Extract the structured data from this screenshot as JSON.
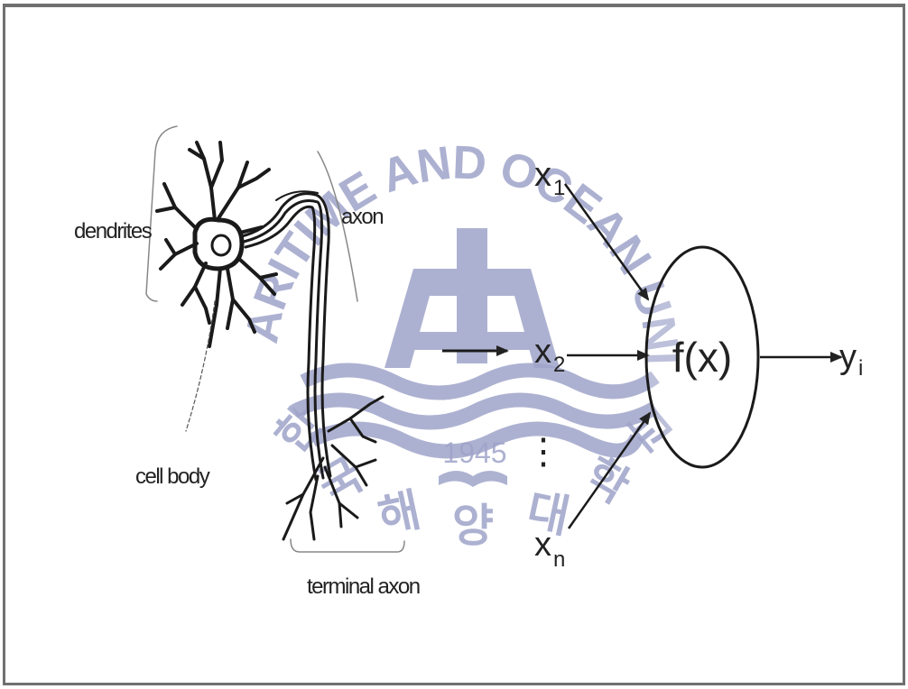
{
  "diagram": {
    "labels": {
      "dendrites": "dendrites",
      "cell_body": "cell body",
      "axon": "axon",
      "terminal_axon": "terminal axon"
    },
    "inputs": [
      {
        "base": "x",
        "sub": "1"
      },
      {
        "base": "x",
        "sub": "2"
      },
      {
        "base": "x",
        "sub": "n"
      }
    ],
    "ellipsis": "⋮",
    "function_label": "f(x)",
    "output": {
      "base": "y",
      "sub": "i"
    }
  },
  "watermark": {
    "university": "KOREA MARITIME AND OCEAN UNIVERSITY",
    "year": "1945",
    "korean": [
      "한",
      "국",
      "해",
      "양",
      "대",
      "학",
      "교"
    ],
    "color": "#9fa4c9"
  }
}
